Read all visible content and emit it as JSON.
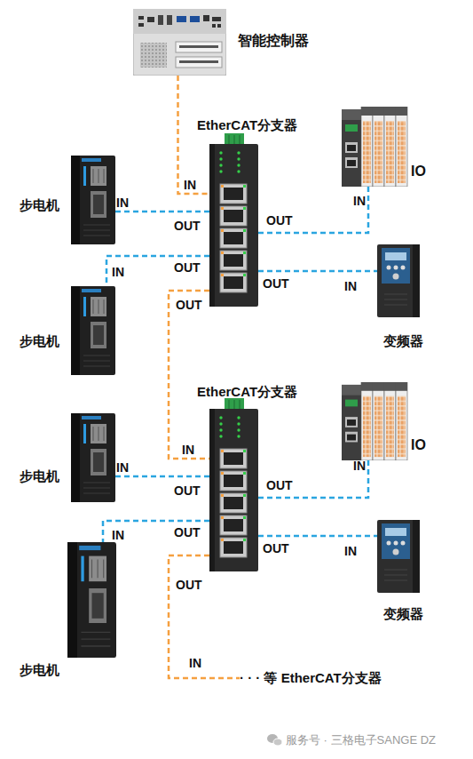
{
  "diagram": {
    "nodes": [
      {
        "text": [
          "智能控制器"
        ]
      },
      {
        "text": [
          "EtherCAT分支器"
        ]
      },
      {
        "text": [
          "IO"
        ]
      },
      {
        "text": [
          "步电机"
        ]
      },
      {
        "text": [
          "步电机"
        ]
      },
      {
        "text": [
          "变频器"
        ]
      },
      {
        "text": [
          "EtherCAT分支器"
        ]
      },
      {
        "text": [
          "IO"
        ]
      },
      {
        "text": [
          "步电机"
        ]
      },
      {
        "text": [
          "步电机"
        ]
      },
      {
        "text": [
          "变频器"
        ]
      },
      {
        "text": [
          "· · · 等 EtherCAT分支器"
        ]
      }
    ],
    "edges": [
      {
        "from": 0,
        "to": 1,
        "arrow": "none",
        "label": "IN"
      },
      {
        "from": 1,
        "to": 3,
        "arrow": "none",
        "label": "OUT"
      },
      {
        "from": 1,
        "to": 2,
        "arrow": "none",
        "label": "OUT"
      },
      {
        "from": 1,
        "to": 4,
        "arrow": "none",
        "label": "OUT"
      },
      {
        "from": 1,
        "to": 5,
        "arrow": "none",
        "label": "OUT"
      },
      {
        "from": 1,
        "to": 6,
        "arrow": "none",
        "label": "OUT"
      },
      {
        "from": 6,
        "to": 8,
        "arrow": "none",
        "label": "OUT"
      },
      {
        "from": 6,
        "to": 7,
        "arrow": "none",
        "label": "OUT"
      },
      {
        "from": 6,
        "to": 9,
        "arrow": "none",
        "label": "OUT"
      },
      {
        "from": 6,
        "to": 10,
        "arrow": "none",
        "label": "OUT"
      },
      {
        "from": 6,
        "to": 11,
        "arrow": "none",
        "label": "OUT"
      }
    ],
    "labels": [
      "IN",
      "IN",
      "IN",
      "IN",
      "IN",
      "IN",
      "IN",
      "IN",
      "IN",
      "IN",
      "服务号 · 三格电子SANGE DZ"
    ]
  }
}
